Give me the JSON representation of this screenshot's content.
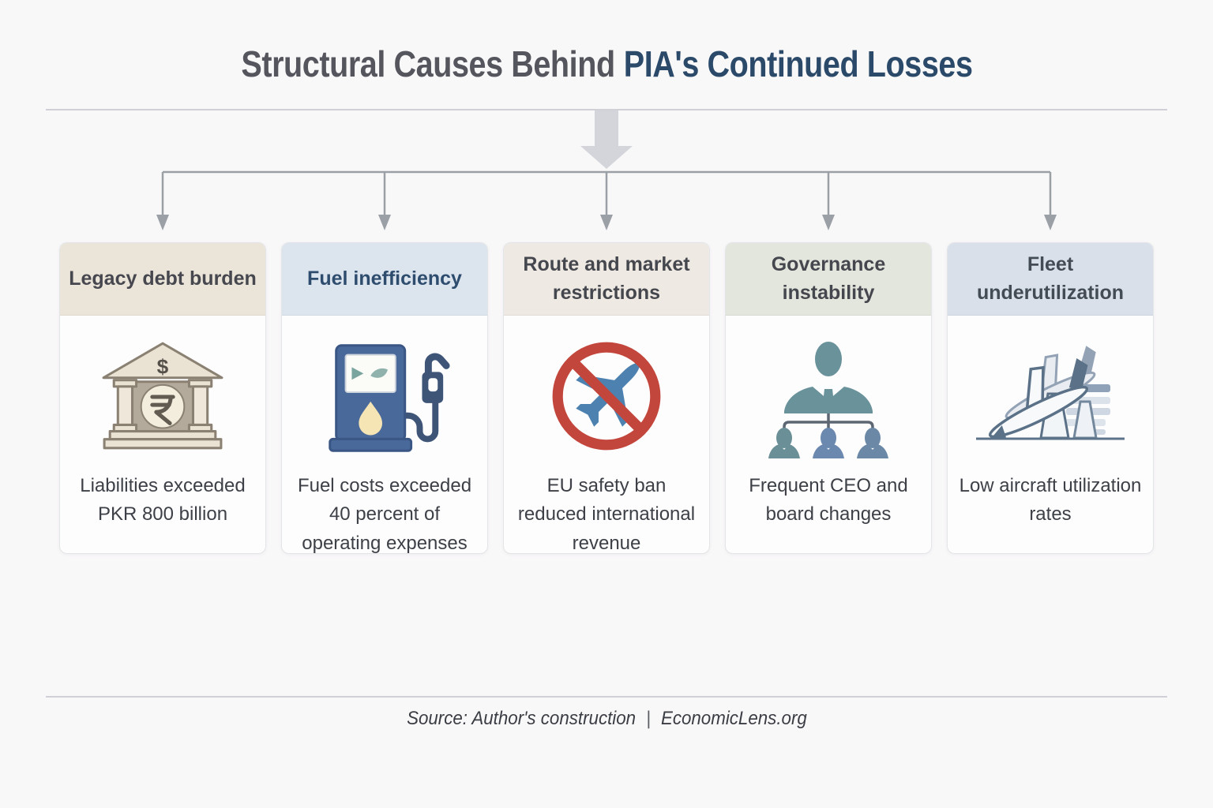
{
  "page": {
    "title_prefix": "Structural Causes Behind",
    "title_highlight": "PIA's Continued Losses",
    "title_prefix_color": "#54555d",
    "title_highlight_color": "#2b4a69"
  },
  "cards": [
    {
      "title": "Legacy debt burden",
      "description": "Liabilities exceeded PKR 800 billion",
      "icon": "bank-icon",
      "header_bg": "#ebe4d8",
      "title_color": "#46474f"
    },
    {
      "title": "Fuel inefficiency",
      "description": "Fuel costs exceeded 40 percent of operating expenses",
      "icon": "fuel-pump-icon",
      "header_bg": "#dce4ee",
      "title_color": "#2e4d6e"
    },
    {
      "title": "Route and market restrictions",
      "description": "EU safety ban reduced international revenue",
      "icon": "no-fly-icon",
      "header_bg": "#eee9e2",
      "title_color": "#45474e"
    },
    {
      "title": "Governance instability",
      "description": "Frequent CEO and board changes",
      "icon": "org-chart-icon",
      "header_bg": "#e3e6dd",
      "title_color": "#45474e"
    },
    {
      "title": "Fleet underutilization",
      "description": "Low aircraft utilization rates",
      "icon": "grounded-planes-icon",
      "header_bg": "#d9e0ea",
      "title_color": "#434b55"
    }
  ],
  "footer": {
    "source": "Source: Author's construction",
    "separator": "|",
    "site": "EconomicLens.org"
  },
  "colors": {
    "background": "#f9f8f9",
    "connector_line": "#9ba0a7",
    "big_arrow": "#d3d5da",
    "rule": "#cfd1d6",
    "no_fly_red": "#c3463c",
    "plane_blue": "#4d82b0",
    "pump_blue": "#49699b",
    "ceo_teal": "#6a929b"
  }
}
